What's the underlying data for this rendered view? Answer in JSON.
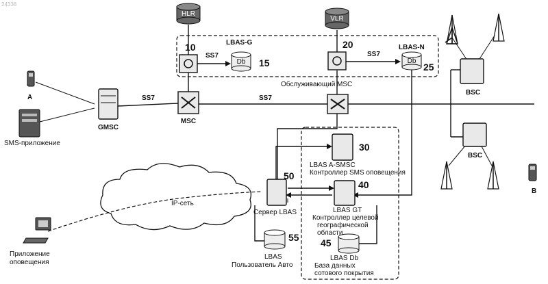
{
  "watermark": "24338",
  "nodes": {
    "hlr": "HLR",
    "vlr": "VLR",
    "lbas_g": "LBAS-G",
    "lbas_n": "LBAS-N",
    "db": "Db",
    "msc": "MSC",
    "gmsc": "GMSC",
    "bsc_top": "BSC",
    "bsc_bottom": "BSC",
    "sms_app": "SMS-приложение",
    "phone_a": "A",
    "phone_b": "B",
    "ip_net": "IP-сеть",
    "notify_app_1": "Приложение",
    "notify_app_2": "оповещения",
    "serving_msc": "Обслуживающий MSC",
    "lbas_smsc_1": "LBAS A-SMSC",
    "lbas_smsc_2": "Контроллер SMS оповещения",
    "lbas_server": "Сервер LBAS",
    "lbas_gt_1": "LBAS GT",
    "lbas_gt_2": "Контроллер целевой",
    "lbas_gt_3": "географической",
    "lbas_gt_4": "области",
    "lbas_users_1": "LBAS",
    "lbas_users_2": "Пользователь Авто",
    "lbas_db_1": "LBAS Db",
    "lbas_db_2": "База данных",
    "lbas_db_3": "сотового покрытия"
  },
  "links": {
    "ss7_a": "SS7",
    "ss7_b": "SS7",
    "ss7_c": "SS7",
    "ss7_d": "SS7"
  },
  "numbers": {
    "n10": "10",
    "n15": "15",
    "n20": "20",
    "n25": "25",
    "n30": "30",
    "n40": "40",
    "n45": "45",
    "n50": "50",
    "n55": "55"
  }
}
